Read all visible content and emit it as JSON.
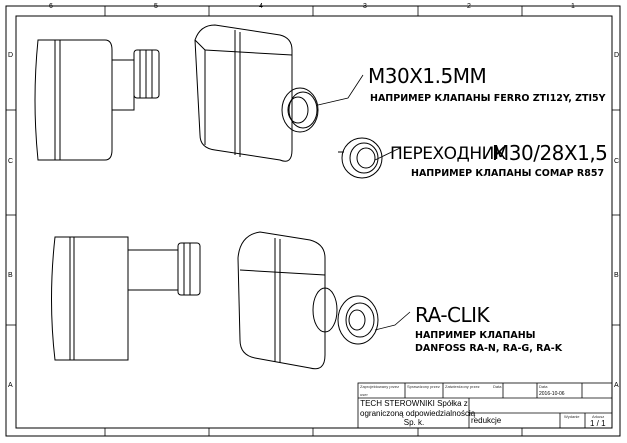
{
  "border": {
    "columns": [
      "6",
      "5",
      "4",
      "3",
      "2",
      "1"
    ],
    "rows": [
      "D",
      "C",
      "B",
      "A"
    ]
  },
  "callouts": [
    {
      "title": "M30X1.5MM",
      "subtitle": "НАПРИМЕР КЛАПАНЫ FERRO ZTI12Y, ZTI5Y"
    },
    {
      "title_prefix": "ПЕРЕХОДНИК",
      "title": "M30/28X1,5",
      "subtitle": "НАПРИМЕР КЛАПАНЫ COMAP R857"
    },
    {
      "title": "RA-CLIK",
      "subtitle": "НАПРИМЕР КЛАПАНЫ",
      "subtitle2": "DANFOSS RA-N, RA-G, RA-K"
    }
  ],
  "title_block": {
    "designed_by_label": "Zaprojektowany przez",
    "designed_by": "user",
    "checked_label": "Sprawdzony przez",
    "approved_label": "Zatwierdzony przez",
    "date_label_1": "Data",
    "date_label": "Data",
    "date": "2016-10-06",
    "company": [
      "TECH STEROWNIKI Spółka z",
      "ograniczoną odpowiedzialnością",
      "Sp. k."
    ],
    "title": "redukcje",
    "edition_label": "Wydanie",
    "sheet_label": "Arkusz",
    "sheet": "1 / 1"
  }
}
